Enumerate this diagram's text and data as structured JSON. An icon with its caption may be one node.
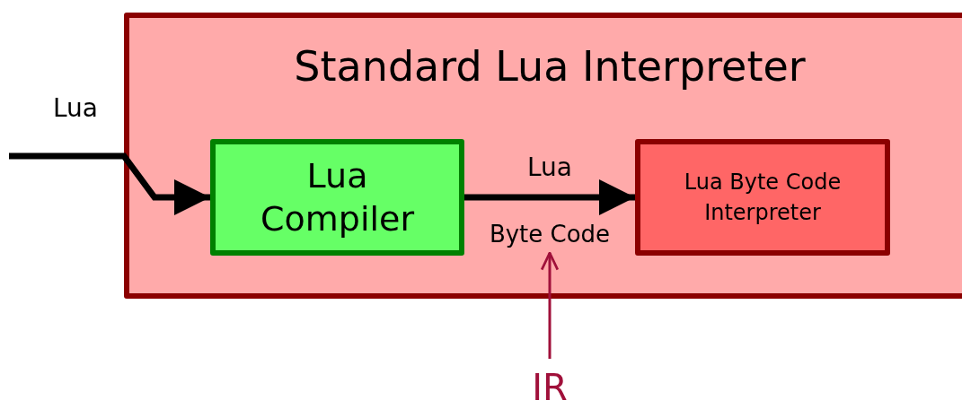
{
  "diagram": {
    "nodes": [
      {
        "text": [
          "Standard Lua Interpreter"
        ]
      },
      {
        "text": [
          "Lua Compiler"
        ],
        "in": 0
      },
      {
        "text": [
          "Lua Byte Code Interpreter"
        ],
        "in": 0
      },
      {
        "text": [
          "Byte Code"
        ],
        "in": 0
      },
      {
        "text": [
          "IR"
        ]
      }
    ],
    "edges": [
      {
        "from": null,
        "to": 1,
        "arrow": "to",
        "label": "Lua"
      },
      {
        "from": 1,
        "to": 2,
        "arrow": "to",
        "label": "Lua"
      },
      {
        "from": 4,
        "to": 3,
        "arrow": "to",
        "color": "#a0103a"
      }
    ]
  }
}
